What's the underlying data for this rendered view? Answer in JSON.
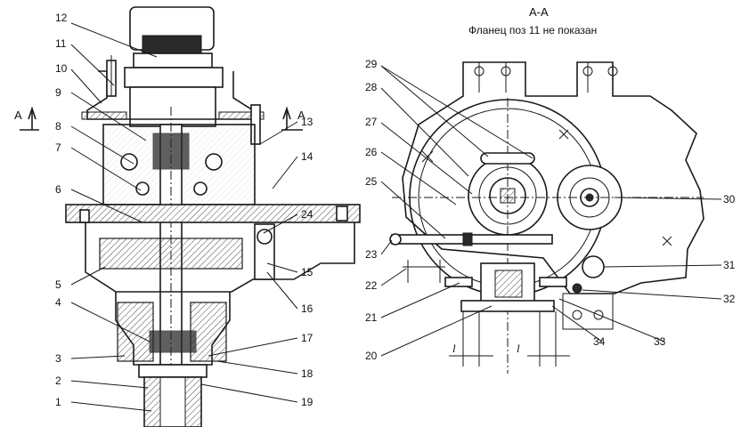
{
  "section_title": "А-А",
  "section_note": "Фланец поз 11 не показан",
  "section_marks": [
    "А",
    "А"
  ],
  "dimension_marks": [
    "l",
    "l"
  ],
  "left_callouts": [
    {
      "id": "12",
      "text": "12"
    },
    {
      "id": "11",
      "text": "11"
    },
    {
      "id": "10",
      "text": "10"
    },
    {
      "id": "9",
      "text": "9"
    },
    {
      "id": "8",
      "text": "8"
    },
    {
      "id": "7",
      "text": "7"
    },
    {
      "id": "6",
      "text": "6"
    },
    {
      "id": "5",
      "text": "5"
    },
    {
      "id": "4",
      "text": "4"
    },
    {
      "id": "3",
      "text": "3"
    },
    {
      "id": "2",
      "text": "2"
    },
    {
      "id": "1",
      "text": "1"
    },
    {
      "id": "13",
      "text": "13"
    },
    {
      "id": "14",
      "text": "14"
    },
    {
      "id": "24",
      "text": "24"
    },
    {
      "id": "15",
      "text": "15"
    },
    {
      "id": "16",
      "text": "16"
    },
    {
      "id": "17",
      "text": "17"
    },
    {
      "id": "18",
      "text": "18"
    },
    {
      "id": "19",
      "text": "19"
    }
  ],
  "right_callouts": [
    {
      "id": "29",
      "text": "29"
    },
    {
      "id": "28",
      "text": "28"
    },
    {
      "id": "27",
      "text": "27"
    },
    {
      "id": "26",
      "text": "26"
    },
    {
      "id": "25",
      "text": "25"
    },
    {
      "id": "23",
      "text": "23"
    },
    {
      "id": "22",
      "text": "22"
    },
    {
      "id": "21",
      "text": "21"
    },
    {
      "id": "20",
      "text": "20"
    },
    {
      "id": "30",
      "text": "30"
    },
    {
      "id": "31",
      "text": "31"
    },
    {
      "id": "32",
      "text": "32"
    },
    {
      "id": "33",
      "text": "33"
    },
    {
      "id": "34",
      "text": "34"
    }
  ]
}
